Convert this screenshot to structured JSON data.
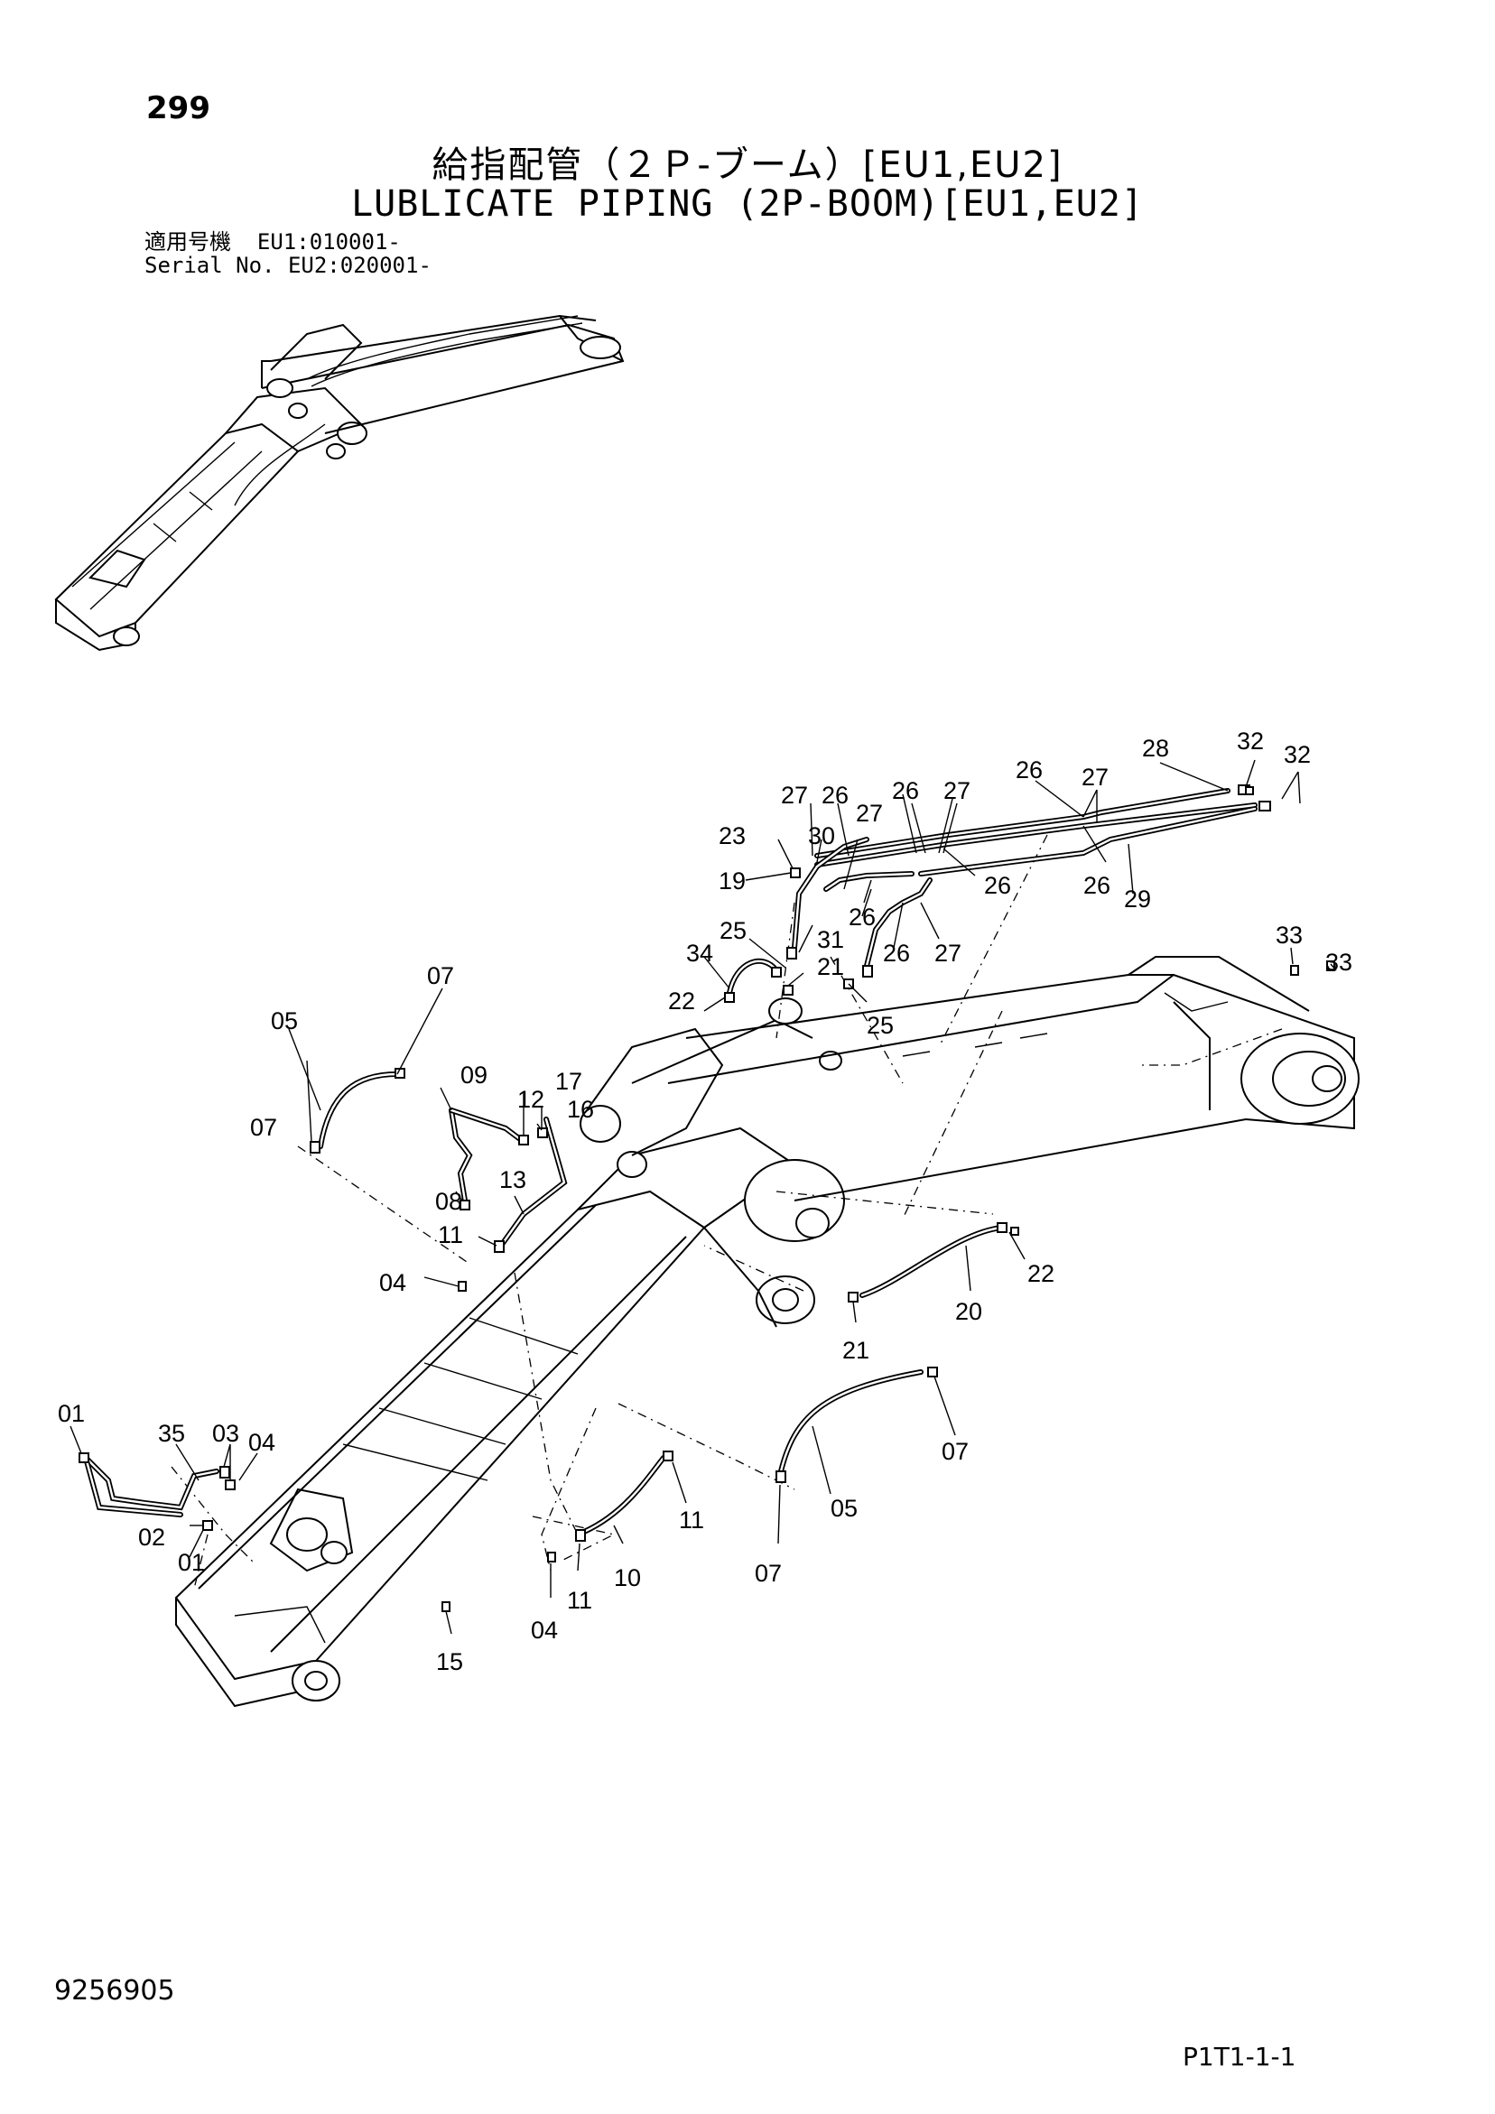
{
  "header": {
    "page_number": "299",
    "title_jp": "給指配管（２Ｐ-ブーム）[EU1,EU2]",
    "title_en": "LUBLICATE PIPING (2P-BOOM)[EU1,EU2]",
    "serial_label_jp": "適用号機",
    "serial_label_en": "Serial No.",
    "serial_eu1": "EU1:010001-",
    "serial_eu2": "EU2:020001-"
  },
  "callouts": [
    {
      "id": "c28",
      "label": "28"
    },
    {
      "id": "c32a",
      "label": "32"
    },
    {
      "id": "c32b",
      "label": "32"
    },
    {
      "id": "c27a",
      "label": "27"
    },
    {
      "id": "c26a",
      "label": "26"
    },
    {
      "id": "c26b",
      "label": "26"
    },
    {
      "id": "c27b",
      "label": "27"
    },
    {
      "id": "c26c",
      "label": "26"
    },
    {
      "id": "c27c",
      "label": "27"
    },
    {
      "id": "c27d",
      "label": "27"
    },
    {
      "id": "c23",
      "label": "23"
    },
    {
      "id": "c30",
      "label": "30"
    },
    {
      "id": "c19",
      "label": "19"
    },
    {
      "id": "c26d",
      "label": "26"
    },
    {
      "id": "c26e",
      "label": "26"
    },
    {
      "id": "c26f",
      "label": "26"
    },
    {
      "id": "c29",
      "label": "29"
    },
    {
      "id": "c31",
      "label": "31"
    },
    {
      "id": "c25a",
      "label": "25"
    },
    {
      "id": "c26g",
      "label": "26"
    },
    {
      "id": "c27e",
      "label": "27"
    },
    {
      "id": "c33a",
      "label": "33"
    },
    {
      "id": "c33b",
      "label": "33"
    },
    {
      "id": "c34",
      "label": "34"
    },
    {
      "id": "c21a",
      "label": "21"
    },
    {
      "id": "c22a",
      "label": "22"
    },
    {
      "id": "c25b",
      "label": "25"
    },
    {
      "id": "c07a",
      "label": "07"
    },
    {
      "id": "c05a",
      "label": "05"
    },
    {
      "id": "c09",
      "label": "09"
    },
    {
      "id": "c12",
      "label": "12"
    },
    {
      "id": "c17",
      "label": "17"
    },
    {
      "id": "c16",
      "label": "16"
    },
    {
      "id": "c07b",
      "label": "07"
    },
    {
      "id": "c08",
      "label": "08"
    },
    {
      "id": "c13",
      "label": "13"
    },
    {
      "id": "c11a",
      "label": "11"
    },
    {
      "id": "c04a",
      "label": "04"
    },
    {
      "id": "c22b",
      "label": "22"
    },
    {
      "id": "c20",
      "label": "20"
    },
    {
      "id": "c21b",
      "label": "21"
    },
    {
      "id": "c01a",
      "label": "01"
    },
    {
      "id": "c35",
      "label": "35"
    },
    {
      "id": "c03",
      "label": "03"
    },
    {
      "id": "c04b",
      "label": "04"
    },
    {
      "id": "c02",
      "label": "02"
    },
    {
      "id": "c01b",
      "label": "01"
    },
    {
      "id": "c07c",
      "label": "07"
    },
    {
      "id": "c11b",
      "label": "11"
    },
    {
      "id": "c05b",
      "label": "05"
    },
    {
      "id": "c10",
      "label": "10"
    },
    {
      "id": "c11c",
      "label": "11"
    },
    {
      "id": "c07d",
      "label": "07"
    },
    {
      "id": "c04c",
      "label": "04"
    },
    {
      "id": "c15",
      "label": "15"
    }
  ],
  "footer": {
    "doc_number": "9256905",
    "page_ref": "P1T1-1-1"
  }
}
